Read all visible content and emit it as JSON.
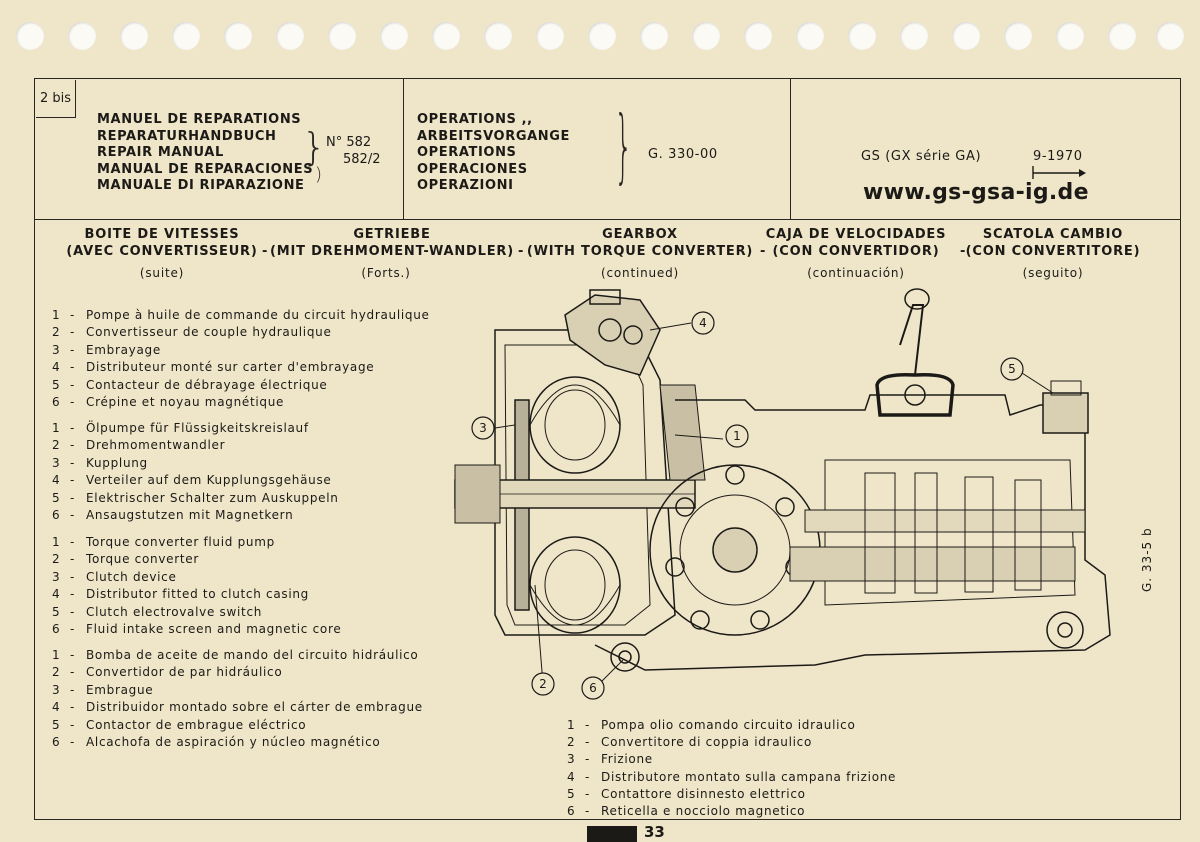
{
  "header": {
    "section": "2 bis",
    "manual_titles": [
      "MANUEL DE REPARATIONS",
      "REPARATURHANDBUCH",
      "REPAIR MANUAL",
      "MANUAL DE REPARACIONES",
      "MANUALE DI RIPARAZIONE"
    ],
    "manual_no_1": "N° 582",
    "manual_no_2": "582/2",
    "operations": [
      "OPERATIONS ,,",
      "ARBEITSVORGANGE",
      "OPERATIONS",
      "OPERACIONES",
      "OPERAZIONI"
    ],
    "op_code": "G. 330-00",
    "model": "GS (GX série GA)",
    "date": "9-1970",
    "website": "www.gs-gsa-ig.de"
  },
  "titles": [
    {
      "line1": "BOITE DE VITESSES",
      "line2": "(AVEC CONVERTISSEUR)",
      "sub": "(suite)"
    },
    {
      "line1": "GETRIEBE",
      "line2": "(MIT DREHMOMENT-WANDLER)",
      "sub": "(Forts.)"
    },
    {
      "line1": "GEARBOX",
      "line2": "(WITH TORQUE CONVERTER)",
      "sub": "(continued)"
    },
    {
      "line1": "CAJA DE VELOCIDADES",
      "line2": "(CON CONVERTIDOR)",
      "sub": "(continuación)"
    },
    {
      "line1": "SCATOLA CAMBIO",
      "line2": "(CON CONVERTITORE)",
      "sub": "(seguito)"
    }
  ],
  "title_separator": "-",
  "legends": {
    "fr": [
      "Pompe à huile de commande du circuit hydraulique",
      "Convertisseur de couple hydraulique",
      "Embrayage",
      "Distributeur monté sur carter d'embrayage",
      "Contacteur de débrayage électrique",
      "Crépine et noyau magnétique"
    ],
    "de": [
      "Ölpumpe für Flüssigkeitskreislauf",
      "Drehmomentwandler",
      "Kupplung",
      "Verteiler auf dem Kupplungsgehäuse",
      "Elektrischer Schalter zum Auskuppeln",
      "Ansaugstutzen mit Magnetkern"
    ],
    "en": [
      "Torque converter fluid pump",
      "Torque converter",
      "Clutch device",
      "Distributor fitted to clutch casing",
      "Clutch electrovalve switch",
      "Fluid intake screen and magnetic core"
    ],
    "es": [
      "Bomba de aceite de mando del circuito hidráulico",
      "Convertidor de par hidráulico",
      "Embrague",
      "Distribuidor montado sobre el cárter de embrague",
      "Contactor de embrague eléctrico",
      "Alcachofa de aspiración y núcleo magnético"
    ],
    "it": [
      "Pompa olio comando circuito idraulico",
      "Convertitore di coppia idraulico",
      "Frizione",
      "Distributore montato sulla campana frizione",
      "Contattore disinnesto elettrico",
      "Reticella e nocciolo magnetico"
    ]
  },
  "legend_numbers": [
    "1",
    "2",
    "3",
    "4",
    "5",
    "6"
  ],
  "legend_dash": "-",
  "callouts": [
    "1",
    "2",
    "3",
    "4",
    "5",
    "6"
  ],
  "figure_ref": "G. 33-5 b",
  "page_number": "33"
}
